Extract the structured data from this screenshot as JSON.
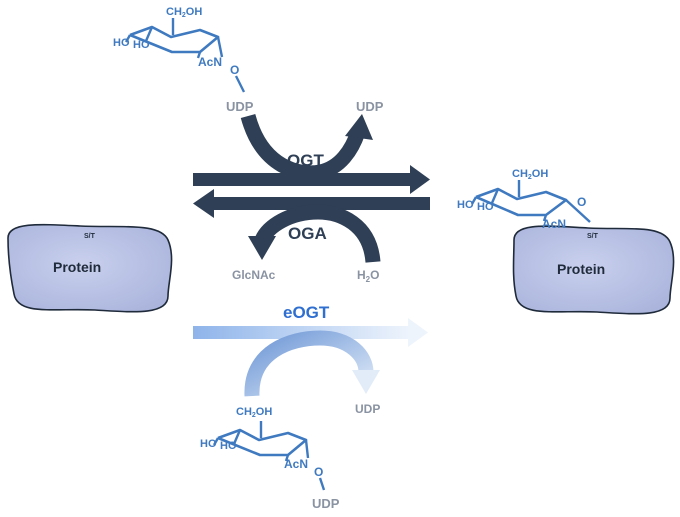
{
  "reactions": {
    "ogt_label": "OGT",
    "oga_label": "OGA",
    "eogt_label": "eOGT"
  },
  "molecules": {
    "udp_label": "UDP",
    "glcnac_label": "GlcNAc",
    "water_label": "H",
    "water_subscript": "2",
    "water_oxygen": "O"
  },
  "sugar": {
    "ch2oh": "CH",
    "ch2oh_sub": "2",
    "ch2oh_end": "OH",
    "ho": "HO",
    "acn": "AcN",
    "o": "O"
  },
  "protein": {
    "label": "Protein",
    "site_label": "S/T"
  },
  "colors": {
    "dark_arrow": "#2f3f55",
    "sugar_blue": "#3f7ac0",
    "protein_fill": "#b9c2e3",
    "eogt_blue": "#2f6fd0"
  }
}
